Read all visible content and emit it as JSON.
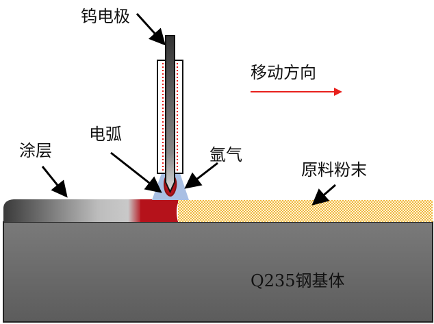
{
  "labels": {
    "electrode": "钨电极",
    "direction": "移动方向",
    "arc": "电弧",
    "argon": "氩气",
    "coating": "涂层",
    "powder": "原料粉末",
    "substrate": "Q235钢基体"
  },
  "colors": {
    "substrate": "#6e6e6e",
    "molten_pool": "#b5121b",
    "argon": "#a9bfe3",
    "powder": "#f0b940",
    "direction_arrow": "#e8201c"
  }
}
